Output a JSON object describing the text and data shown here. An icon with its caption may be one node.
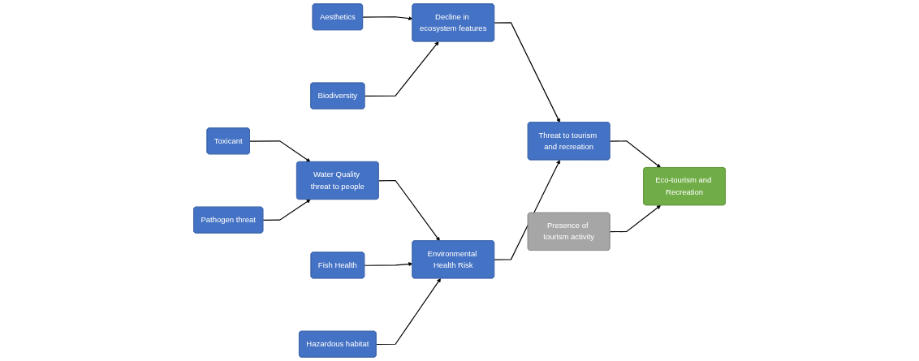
{
  "diagram": {
    "nodes": [
      {
        "text": [
          "Aesthetics"
        ]
      },
      {
        "text": [
          "Biodiversity"
        ]
      },
      {
        "text": [
          "Decline in ecosystem features"
        ]
      },
      {
        "text": [
          "Toxicant"
        ]
      },
      {
        "text": [
          "Pathogen threat"
        ]
      },
      {
        "text": [
          "Water Quality threat to people"
        ]
      },
      {
        "text": [
          "Fish Health"
        ]
      },
      {
        "text": [
          "Hazardous habitat"
        ]
      },
      {
        "text": [
          "Environmental Health Risk"
        ]
      },
      {
        "text": [
          "Threat to tourism and recreation"
        ]
      },
      {
        "text": [
          "Eco-tourism and Recreation"
        ]
      },
      {
        "text": [
          "Presence of tourism activity"
        ]
      }
    ],
    "edges": [
      {
        "from": 0,
        "to": 2,
        "arrow": "to"
      },
      {
        "from": 1,
        "to": 2,
        "arrow": "to"
      },
      {
        "from": 3,
        "to": 5,
        "arrow": "to"
      },
      {
        "from": 4,
        "to": 5,
        "arrow": "to"
      },
      {
        "from": 5,
        "to": 8,
        "arrow": "to"
      },
      {
        "from": 6,
        "to": 8,
        "arrow": "to"
      },
      {
        "from": 7,
        "to": 8,
        "arrow": "to"
      },
      {
        "from": 2,
        "to": 9,
        "arrow": "to"
      },
      {
        "from": 8,
        "to": 9,
        "arrow": "to"
      },
      {
        "from": 9,
        "to": 10,
        "arrow": "to"
      },
      {
        "from": 11,
        "to": 10,
        "arrow": "to"
      }
    ]
  }
}
